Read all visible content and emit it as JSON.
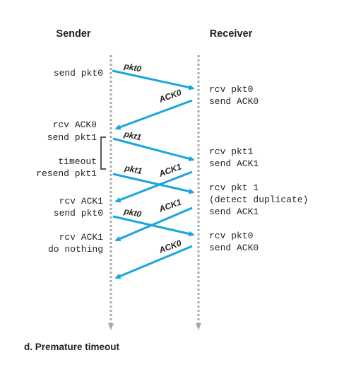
{
  "headers": {
    "sender": "Sender",
    "receiver": "Receiver"
  },
  "sender_events": [
    "send pkt0",
    "rcv ACK0",
    "send pkt1",
    "timeout",
    "resend pkt1",
    "rcv ACK1",
    "send pkt0",
    "rcv ACK1",
    "do nothing"
  ],
  "receiver_events": [
    "rcv pkt0",
    "send ACK0",
    "rcv pkt1",
    "send ACK1",
    "rcv pkt 1",
    "(detect duplicate)",
    "send ACK1",
    "rcv pkt0",
    "send ACK0"
  ],
  "message_labels": [
    "pkt0",
    "ACK0",
    "pkt1",
    "pkt1",
    "ACK1",
    "ACK1",
    "pkt0",
    "ACK0"
  ],
  "caption": "d. Premature timeout",
  "colors": {
    "arrow": "#1aa5dc",
    "lifeline": "#a7a9ac",
    "text": "#231f20"
  }
}
